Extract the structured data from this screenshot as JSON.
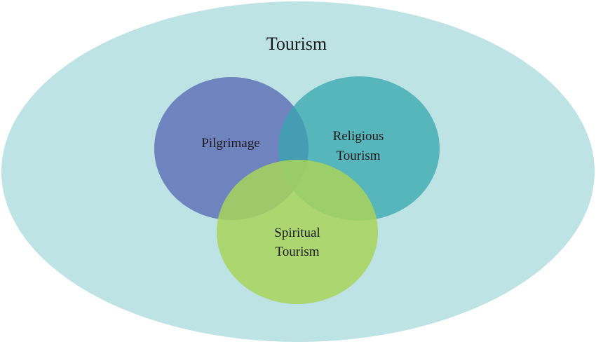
{
  "diagram": {
    "title": "Tourism",
    "sets": {
      "pilgrimage": {
        "label_lines": [
          "Pilgrimage"
        ],
        "color": "#5060b0"
      },
      "religious": {
        "label_lines": [
          "Religious",
          "Tourism"
        ],
        "color": "#3aa8b0"
      },
      "spiritual": {
        "label_lines": [
          "Spiritual",
          "Tourism"
        ],
        "color": "#a3d05a"
      }
    },
    "outer_color": "#bde3e5"
  }
}
